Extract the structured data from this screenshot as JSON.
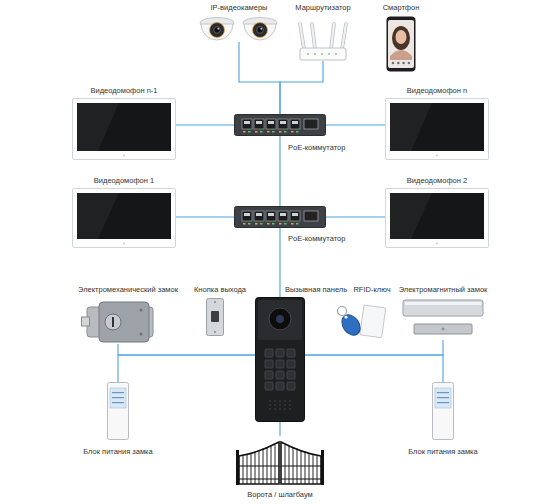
{
  "diagram": {
    "nodes": [
      {
        "text": [
          "IP-видеокамеры"
        ]
      },
      {
        "text": [
          "Маршрутизатор"
        ]
      },
      {
        "text": [
          "Смартфон"
        ]
      },
      {
        "text": [
          "Видеодомофон n-1"
        ]
      },
      {
        "text": [
          "PoE-коммутатор"
        ]
      },
      {
        "text": [
          "Видеодомофон n"
        ]
      },
      {
        "text": [
          "Видеодомофон 1"
        ]
      },
      {
        "text": [
          "PoE-коммутатор"
        ]
      },
      {
        "text": [
          "Видеодомофон 2"
        ]
      },
      {
        "text": [
          "Электромеханический замок"
        ]
      },
      {
        "text": [
          "Кнопка выхода"
        ]
      },
      {
        "text": [
          "Вызывная панель"
        ]
      },
      {
        "text": [
          "RFID-ключ"
        ]
      },
      {
        "text": [
          "Электромагнитный замок"
        ]
      },
      {
        "text": [
          "Блок питания замка"
        ]
      },
      {
        "text": [
          "Блок питания замка"
        ]
      },
      {
        "text": [
          "Ворота / шлагбаум"
        ]
      }
    ],
    "edges": [
      {
        "from": 4,
        "to": 0,
        "arrow": "none"
      },
      {
        "from": 4,
        "to": 1,
        "arrow": "none"
      },
      {
        "from": 4,
        "to": 3,
        "arrow": "none"
      },
      {
        "from": 4,
        "to": 5,
        "arrow": "none"
      },
      {
        "from": 4,
        "to": 7,
        "arrow": "none"
      },
      {
        "from": 7,
        "to": 6,
        "arrow": "none"
      },
      {
        "from": 7,
        "to": 8,
        "arrow": "none"
      },
      {
        "from": 7,
        "to": 11,
        "arrow": "none"
      },
      {
        "from": 11,
        "to": 9,
        "arrow": "none"
      },
      {
        "from": 11,
        "to": 14,
        "arrow": "none"
      },
      {
        "from": 11,
        "to": 13,
        "arrow": "none"
      },
      {
        "from": 11,
        "to": 15,
        "arrow": "none"
      },
      {
        "from": 11,
        "to": 16,
        "arrow": "none"
      }
    ]
  }
}
